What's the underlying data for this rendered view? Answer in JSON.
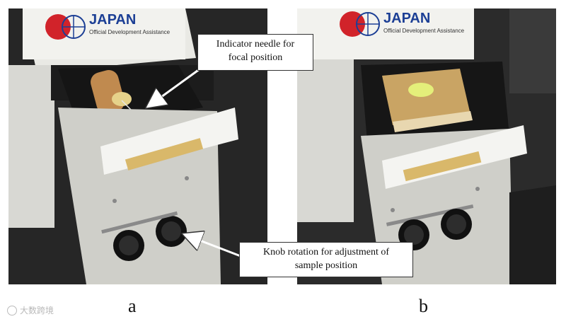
{
  "callouts": {
    "needle_line1": "Indicator needle for",
    "needle_line2": "focal position",
    "knob_line1": "Knob rotation for adjustment of",
    "knob_line2": "sample position"
  },
  "panels": {
    "a": "a",
    "b": "b"
  },
  "logo": {
    "name": "JAPAN",
    "tagline": "Official Development Assistance"
  },
  "watermark": "大数跨境",
  "colors": {
    "odaRed": "#d1232a",
    "odaBlue": "#1c3f95",
    "casing": "#cfcfc9",
    "background": "#2b2b2b"
  }
}
